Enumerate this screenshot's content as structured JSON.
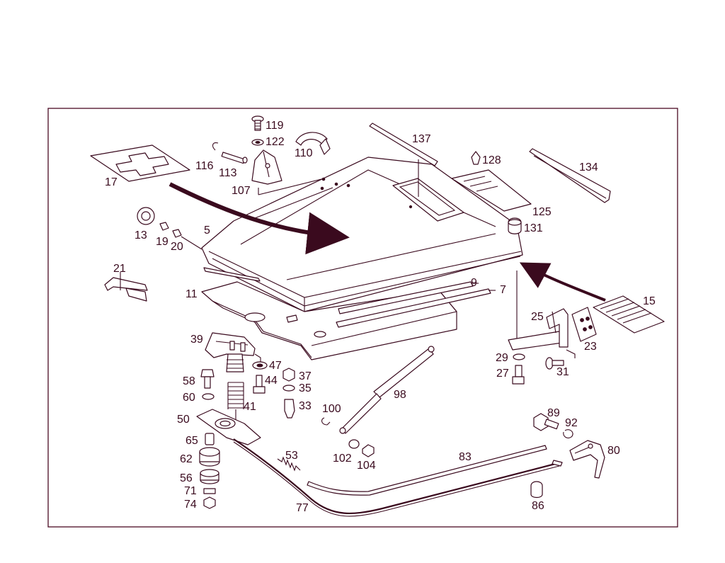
{
  "diagram": {
    "colors": {
      "ink": "#3a0a1e",
      "frame": "#4a0a24",
      "background": "#ffffff"
    },
    "labels": {
      "l5": "5",
      "l7": "7",
      "l9": "9",
      "l11": "11",
      "l13": "13",
      "l15": "15",
      "l17": "17",
      "l19": "19",
      "l20": "20",
      "l21": "21",
      "l23": "23",
      "l25": "25",
      "l27": "27",
      "l29": "29",
      "l31": "31",
      "l33": "33",
      "l35": "35",
      "l37": "37",
      "l39": "39",
      "l41": "41",
      "l44": "44",
      "l47": "47",
      "l50": "50",
      "l53": "53",
      "l56": "56",
      "l58": "58",
      "l60": "60",
      "l62": "62",
      "l65": "65",
      "l71": "71",
      "l74": "74",
      "l77": "77",
      "l80": "80",
      "l83": "83",
      "l86": "86",
      "l89": "89",
      "l92": "92",
      "l98": "98",
      "l100": "100",
      "l102": "102",
      "l104": "104",
      "l107": "107",
      "l110": "110",
      "l113": "113",
      "l116": "116",
      "l119": "119",
      "l122": "122",
      "l125": "125",
      "l128": "128",
      "l131": "131",
      "l134": "134",
      "l137": "137"
    }
  }
}
